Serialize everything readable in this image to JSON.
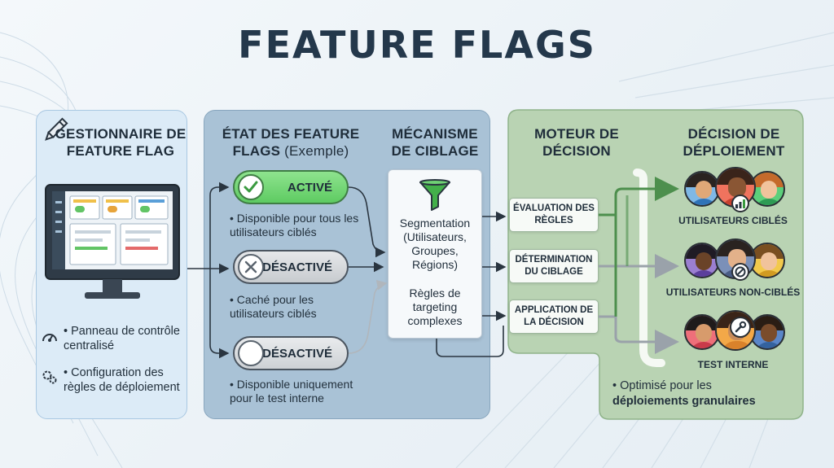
{
  "title": "FEATURE FLAGS",
  "manager": {
    "header": "GESTIONNAIRE DE FEATURE FLAG",
    "bullets": [
      "Panneau de contrôle centralisé",
      "Configuration des règles de déploiement"
    ]
  },
  "states": {
    "header": "ÉTAT DES FEATURE FLAGS",
    "header_note": "(Exemple)",
    "items": [
      {
        "label": "ACTIVÉ",
        "desc": "Disponible pour tous les utilisateurs ciblés"
      },
      {
        "label": "DÉSACTIVÉ",
        "desc": "Caché pour les utilisateurs ciblés"
      },
      {
        "label": "DÉSACTIVÉ",
        "desc": "Disponible uniquement pour le test interne"
      }
    ]
  },
  "mechanism": {
    "header": "MÉCANISME DE CIBLAGE",
    "text1": "Segmentation (Utilisateurs, Groupes, Régions)",
    "text2": "Règles de targeting complexes"
  },
  "engine": {
    "header": "MOTEUR DE DÉCISION",
    "steps": [
      "ÉVALUATION DES RÈGLES",
      "DÉTERMINATION DU CIBLAGE",
      "APPLICATION DE LA DÉCISION"
    ]
  },
  "decision": {
    "header": "DÉCISION DE DÉPLOIEMENT",
    "groups": [
      "UTILISATEURS CIBLÉS",
      "UTILISATEURS NON-CIBLÉS",
      "TEST INTERNE"
    ],
    "note_prefix": "Optimisé pour les",
    "note_bold": "déploiements granulaires"
  },
  "colors": {
    "manager_panel": "#dcebf7",
    "state_panel": "#a9c2d6",
    "engine_panel": "#b9d3b3",
    "active_green": "#5ecb62",
    "title": "#24384b"
  },
  "icons": [
    "pencil-icon",
    "check-icon",
    "x-icon",
    "funnel-icon",
    "gauge-icon",
    "gears-icon",
    "chart-icon",
    "ban-icon",
    "wrench-icon"
  ]
}
